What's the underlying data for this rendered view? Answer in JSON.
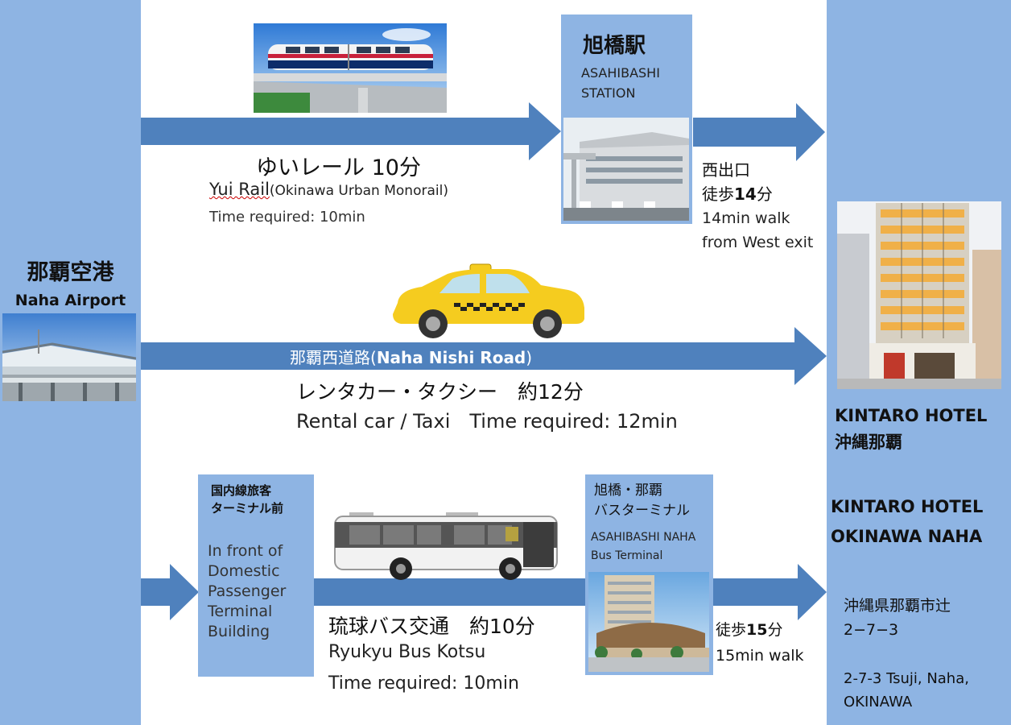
{
  "airport": {
    "name_jp": "那覇空港",
    "name_en": "Naha Airport"
  },
  "rail": {
    "name_jp": "ゆいレール 10分",
    "name_en": "Yui Rail",
    "name_en_detail": "(Okinawa Urban Monorail)",
    "time": "Time required: 10min"
  },
  "station": {
    "name_jp": "旭橋駅",
    "name_en": "ASAHIBASHI STATION"
  },
  "walk_west": {
    "exit_jp": "西出口",
    "walk_jp_prefix": "徒歩",
    "walk_jp_num": "14",
    "walk_jp_unit": "分",
    "walk_en": "14min walk",
    "walk_en2": "from West exit"
  },
  "road": {
    "label": "那覇西道路(Naha Nishi Road)",
    "label_jp": "那覇西道路(",
    "label_en": "Naha Nishi Road",
    "label_close": ")",
    "mode_jp": "レンタカー・タクシー　約12分",
    "mode_en": "Rental car / Taxi　Time required: 12min"
  },
  "domestic_terminal": {
    "name_jp_1": "国内線旅客",
    "name_jp_2": "ターミナル前",
    "name_en": [
      "In front of",
      "Domestic",
      "Passenger",
      "Terminal",
      "Building"
    ]
  },
  "bus_terminal": {
    "name_jp_1": "旭橋・那覇",
    "name_jp_2": "バスターミナル",
    "name_en_1": "ASAHIBASHI NAHA",
    "name_en_2": "Bus Terminal"
  },
  "bus": {
    "name_jp": "琉球バス交通　約10分",
    "name_en": "Ryukyu Bus Kotsu",
    "time": "Time required: 10min"
  },
  "walk_bus": {
    "walk_jp_prefix": "徒歩",
    "walk_jp_num": "15",
    "walk_jp_unit": "分",
    "walk_en": "15min walk"
  },
  "hotel": {
    "name_en_1": "KINTARO HOTEL",
    "name_jp": "沖縄那覇",
    "name_en_full_1": "KINTARO HOTEL",
    "name_en_full_2": "OKINAWA NAHA",
    "address_jp_1": "沖縄県那覇市辻",
    "address_jp_2": "2−7−3",
    "address_en_1": "2-7-3 Tsuji, Naha,",
    "address_en_2": "OKINAWA"
  },
  "colors": {
    "panel": "#8eb4e3",
    "arrow": "#4f81bd",
    "taxi": "#f5cc1f"
  },
  "icons": [
    "monorail-photo",
    "station-photo",
    "taxi-icon",
    "bus-icon",
    "airport-photo",
    "bus-terminal-photo",
    "hotel-photo"
  ]
}
